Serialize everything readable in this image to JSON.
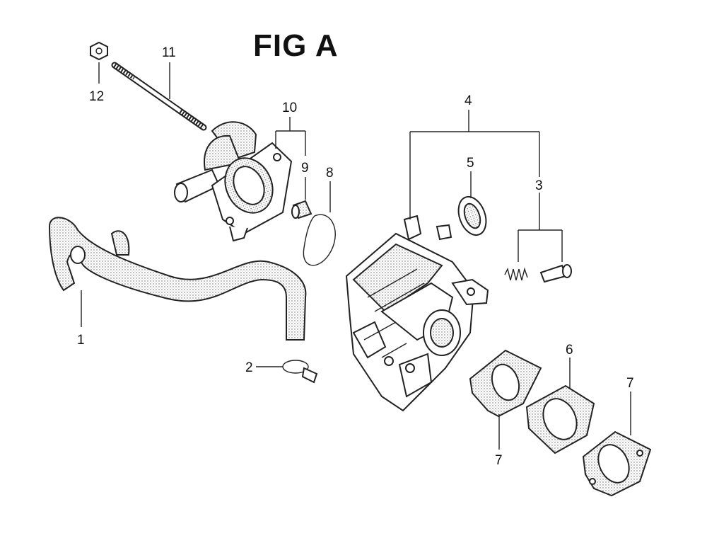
{
  "figure": {
    "title": "FIG A"
  },
  "callouts": [
    {
      "id": "c1",
      "label": "1"
    },
    {
      "id": "c2",
      "label": "2"
    },
    {
      "id": "c3",
      "label": "3"
    },
    {
      "id": "c4",
      "label": "4"
    },
    {
      "id": "c5",
      "label": "5"
    },
    {
      "id": "c6",
      "label": "6"
    },
    {
      "id": "c7a",
      "label": "7"
    },
    {
      "id": "c7b",
      "label": "7"
    },
    {
      "id": "c8",
      "label": "8"
    },
    {
      "id": "c9",
      "label": "9"
    },
    {
      "id": "c10",
      "label": "10"
    },
    {
      "id": "c11",
      "label": "11"
    },
    {
      "id": "c12",
      "label": "12"
    }
  ]
}
